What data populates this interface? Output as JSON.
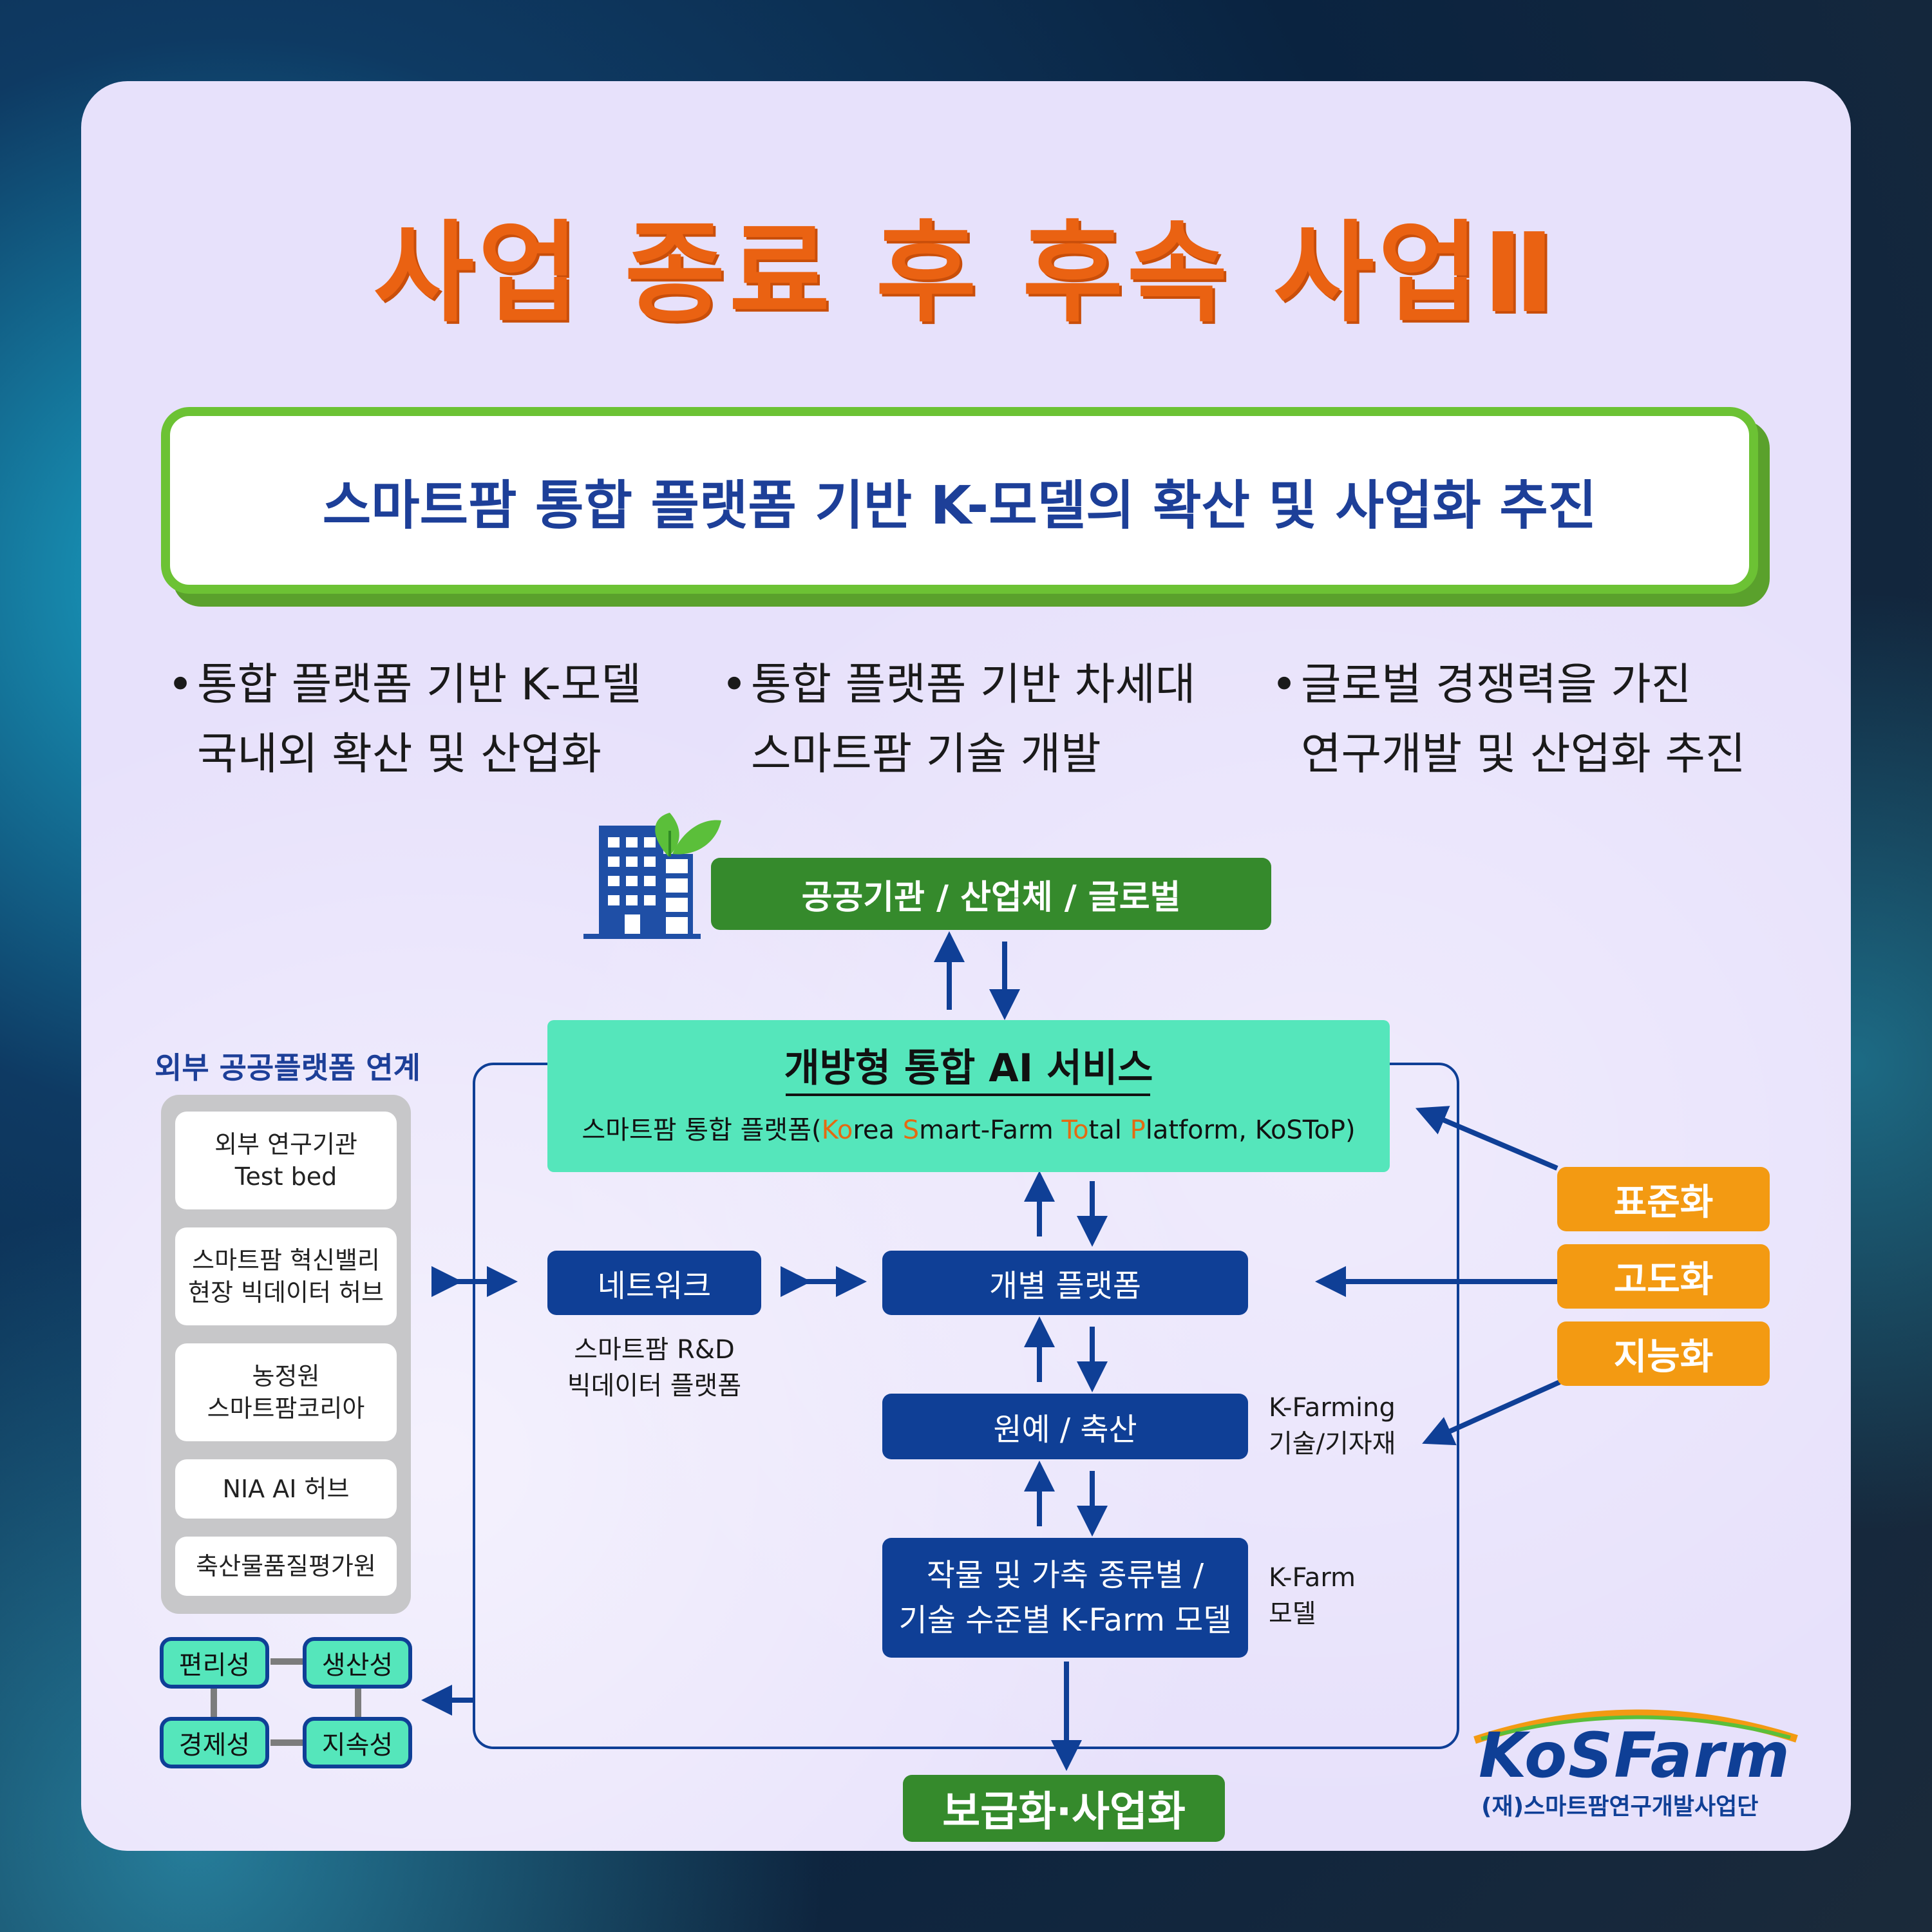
{
  "title": "사업 종료 후 후속 사업Ⅱ",
  "banner": "스마트팜 통합 플랫폼 기반 K-모델의 확산 및 사업화 추진",
  "bullets": [
    {
      "line1": "통합 플랫폼 기반 K-모델",
      "line2": "국내외 확산 및 산업화"
    },
    {
      "line1": "통합 플랫폼 기반 차세대",
      "line2": "스마트팜 기술 개발"
    },
    {
      "line1": "글로벌 경쟁력을 가진",
      "line2": "연구개발 및 산업화 추진"
    }
  ],
  "bullet_mark": "•",
  "top_box": "공공기관 / 산업체 / 글로벌",
  "ai_service": {
    "title": "개방형 통합 AI 서비스",
    "sub_prefix": "스마트팜 통합 플랫폼(",
    "sub_parts": [
      "Ko",
      "rea ",
      "S",
      "mart-Farm ",
      "To",
      "tal ",
      "P",
      "latform, KoSToP)"
    ]
  },
  "external": {
    "title": "외부 공공플랫폼 연계",
    "items": [
      {
        "line1": "외부 연구기관",
        "line2": "Test bed"
      },
      {
        "line1": "스마트팜 혁신밸리",
        "line2": "현장 빅데이터 허브"
      },
      {
        "line1": "농정원",
        "line2": "스마트팜코리아"
      },
      {
        "line1": "NIA AI 허브",
        "line2": ""
      },
      {
        "line1": "축산물품질평가원",
        "line2": ""
      }
    ]
  },
  "values": [
    "편리성",
    "생산성",
    "경제성",
    "지속성"
  ],
  "network": {
    "label": "네트워크",
    "desc1": "스마트팜 R&D",
    "desc2": "빅데이터 플랫폼"
  },
  "platform": "개별 플랫폼",
  "horti": "원예 / 축산",
  "kfarm_model": {
    "line1": "작물 및 가축 종류별 /",
    "line2": "기술 수준별 K-Farm 모델"
  },
  "kfarming": {
    "line1": "K-Farming",
    "line2": "기술/기자재"
  },
  "kfarm_label": {
    "line1": "K-Farm",
    "line2": "모델"
  },
  "actions": [
    "표준화",
    "고도화",
    "지능화"
  ],
  "cta": "보급화·사업화",
  "logo": {
    "name": "KoSFarm",
    "org": "(재)스마트팜연구개발사업단"
  },
  "colors": {
    "accent_orange": "#ea6212",
    "navy": "#0f3f96",
    "green": "#358a2c",
    "teal": "#55e6bb",
    "orange_box": "#f39a12"
  },
  "icons": [
    "building-leaf-icon"
  ]
}
